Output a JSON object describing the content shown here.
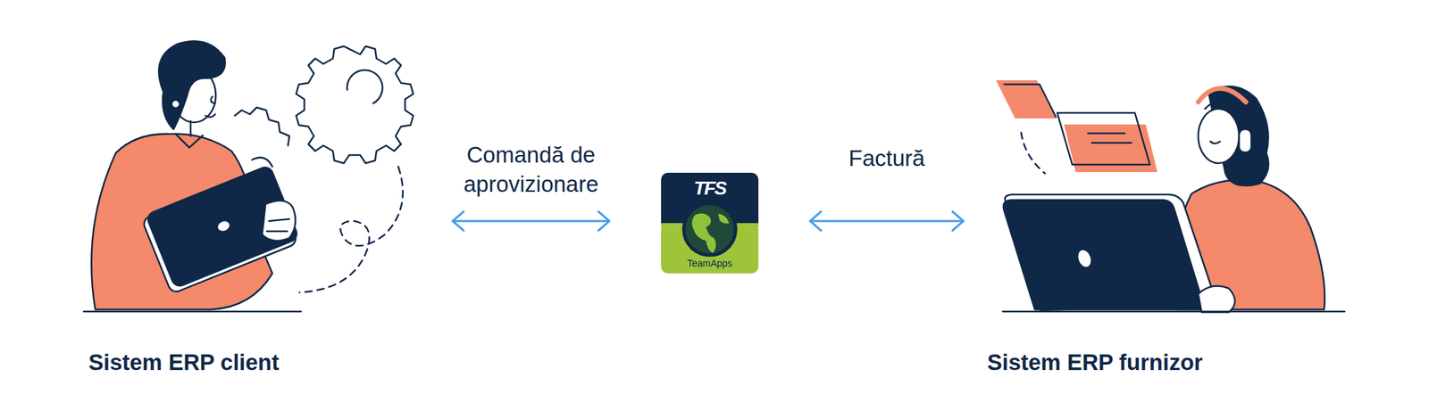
{
  "diagram": {
    "nodes": [
      {
        "text": [
          "Sistem ERP client"
        ]
      },
      {
        "text": [
          "TFS",
          "TeamApps"
        ]
      },
      {
        "text": [
          "Sistem ERP furnizor"
        ]
      }
    ],
    "edges": [
      {
        "from": 0,
        "to": 1,
        "arrow": "both",
        "label": "Comandă de aprovizionare"
      },
      {
        "from": 1,
        "to": 2,
        "arrow": "both",
        "label": "Factură"
      }
    ]
  }
}
